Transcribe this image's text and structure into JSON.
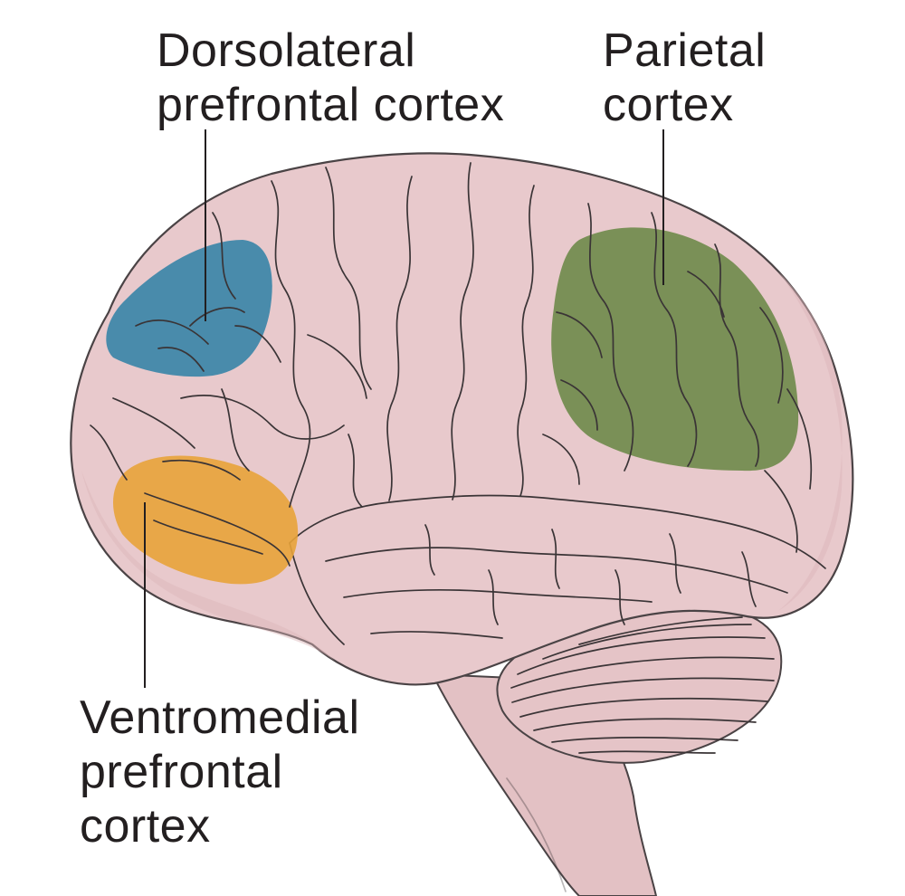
{
  "labels": {
    "dlpfc": {
      "line1": "Dorsolateral",
      "line2": "prefrontal cortex"
    },
    "parietal": {
      "line1": "Parietal",
      "line2": "cortex"
    },
    "vmpfc": {
      "line1": "Ventromedial",
      "line2": "prefrontal",
      "line3": "cortex"
    }
  },
  "colors": {
    "brain": "#e8c9cc",
    "brain_shadow": "#dcb5b9",
    "dlpfc_region": "#3b86a8",
    "parietal_region": "#6e8a4a",
    "vmpfc_region": "#e8a33a",
    "line": "#231f20"
  }
}
